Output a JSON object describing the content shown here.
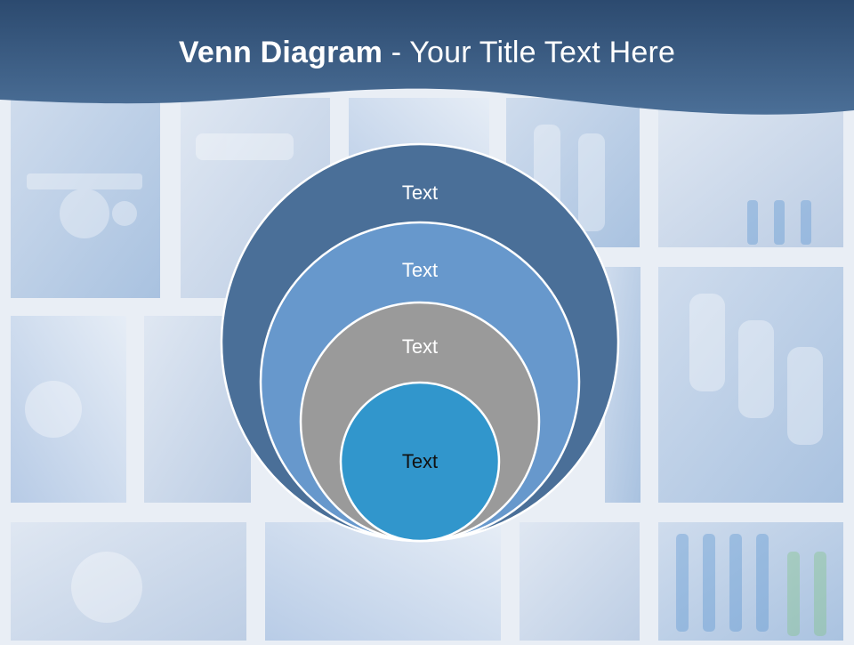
{
  "title": {
    "bold": "Venn Diagram",
    "rest": " - Your Title Text Here"
  },
  "colors": {
    "header_top": "#2f4d72",
    "header_bottom": "#4a6f98",
    "circle_outer": "#4a6f98",
    "circle_second": "#6798cc",
    "circle_third": "#9a9a9a",
    "circle_inner": "#3196cc",
    "background": "#e9eef5"
  },
  "diagram": {
    "circles": [
      {
        "label": "Text"
      },
      {
        "label": "Text"
      },
      {
        "label": "Text"
      },
      {
        "label": "Text"
      }
    ]
  }
}
